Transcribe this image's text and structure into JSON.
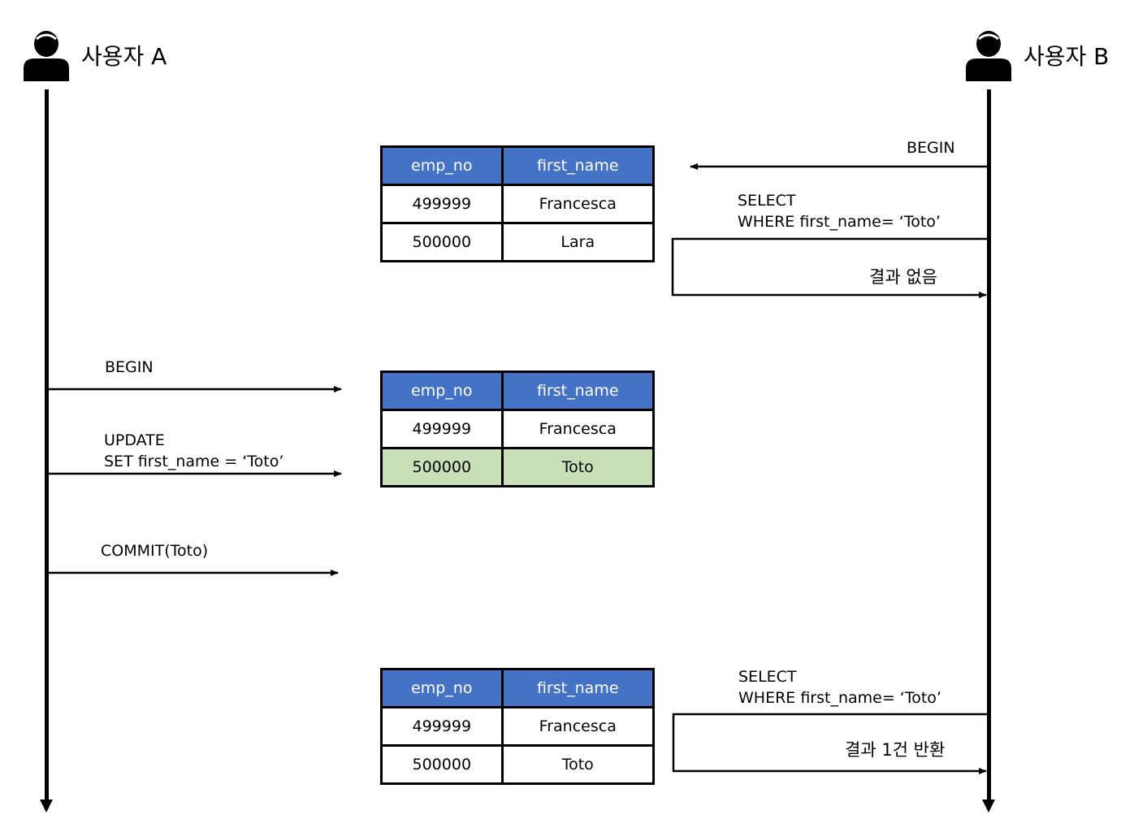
{
  "actors": {
    "a": {
      "label": "사용자 A"
    },
    "b": {
      "label": "사용자 B"
    }
  },
  "messages": {
    "b_begin": "BEGIN",
    "b_select1_line1": "SELECT",
    "b_select1_line2": "WHERE first_name= ‘Toto’",
    "b_result1": "결과 없음",
    "a_begin": "BEGIN",
    "a_update_line1": "UPDATE",
    "a_update_line2": "SET first_name = ‘Toto’",
    "a_commit": "COMMIT(Toto)",
    "b_select2_line1": "SELECT",
    "b_select2_line2": "WHERE first_name= ‘Toto’",
    "b_result2": "결과 1건 반환"
  },
  "tables": [
    {
      "headers": [
        "emp_no",
        "first_name"
      ],
      "rows": [
        [
          "499999",
          "Francesca"
        ],
        [
          "500000",
          "Lara"
        ]
      ]
    },
    {
      "headers": [
        "emp_no",
        "first_name"
      ],
      "rows": [
        [
          "499999",
          "Francesca"
        ],
        [
          "500000",
          "Toto"
        ]
      ],
      "highlight_row": 1
    },
    {
      "headers": [
        "emp_no",
        "first_name"
      ],
      "rows": [
        [
          "499999",
          "Francesca"
        ],
        [
          "500000",
          "Toto"
        ]
      ]
    }
  ],
  "colors": {
    "header_bg": "#4472c4",
    "header_text": "#ffffff",
    "highlight_bg": "#c9dfb7",
    "line": "#000000"
  }
}
